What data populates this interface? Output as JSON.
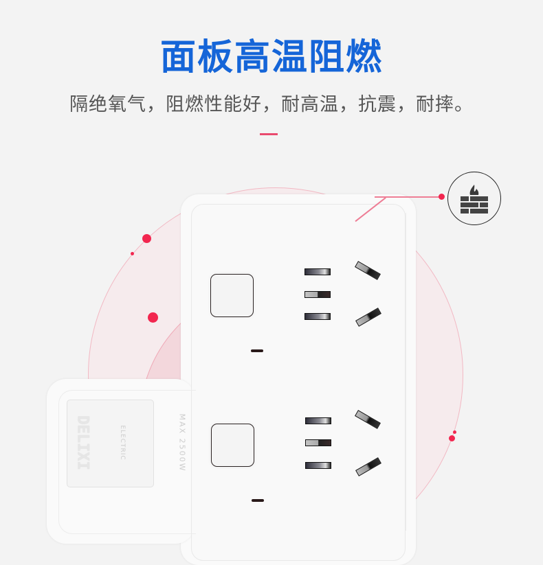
{
  "header": {
    "title": "面板高温阻燃",
    "subtitle": "隔绝氧气，阻燃性能好，耐高温，抗震，耐摔。"
  },
  "feature_icon": {
    "name": "flame-brick-wall-icon",
    "meaning": "fire-resistant panel"
  },
  "product": {
    "brand": "DELIXI",
    "brand_sub": "ELECTRIC",
    "rating": "MAX 2500W",
    "sockets": [
      {
        "row": 1,
        "switch": "switch-1",
        "outlet": "2-pin + 3-pin"
      },
      {
        "row": 2,
        "switch": "switch-2",
        "outlet": "2-pin + 3-pin"
      }
    ]
  },
  "colors": {
    "title_blue": "#1565d8",
    "accent_pink": "#e94a6e",
    "dot_red": "#f2264f",
    "background": "#f3f3f3",
    "subtitle_gray": "#555555"
  }
}
